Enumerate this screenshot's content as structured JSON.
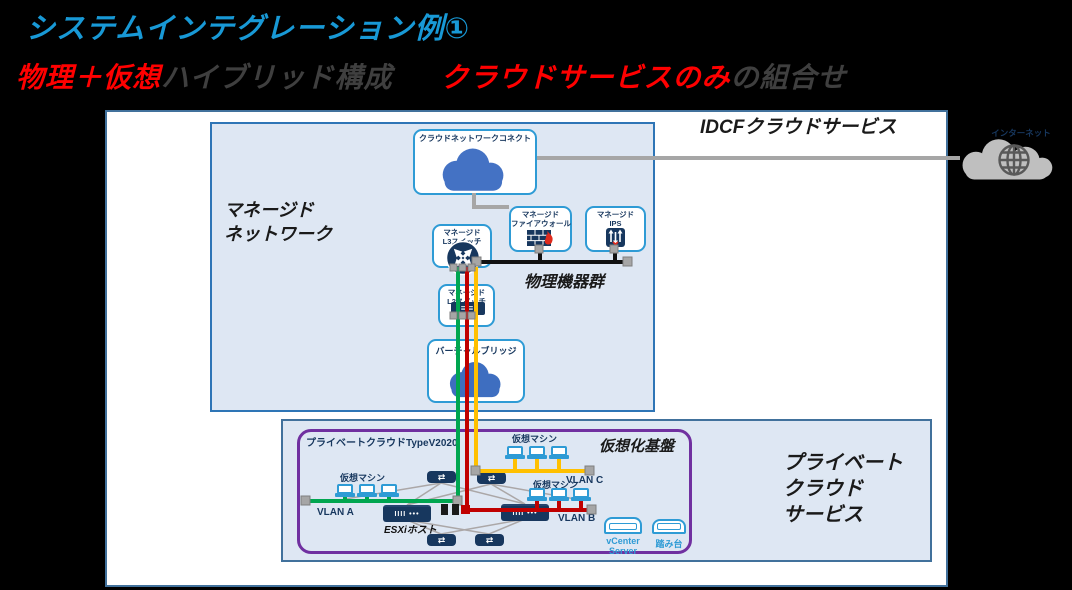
{
  "header": {
    "title": "システムインテグレーション例①",
    "subtitle": [
      {
        "text": "物理＋仮想",
        "color": "#FF0000"
      },
      {
        "text": "ハイブリッド構成",
        "color": "#3F3F3F"
      },
      {
        "text": "クラウドサービスのみ",
        "color": "#FF0000"
      },
      {
        "text": "の組合せ",
        "color": "#3F3F3F"
      }
    ]
  },
  "panels": {
    "idcf_label": "IDCFクラウドサービス",
    "managed_network": [
      "マネージド",
      "ネットワーク"
    ],
    "typev_label": "プライベートクラウドTypeV2020",
    "virtualization_label": "仮想化基盤",
    "private_cloud_service": [
      "プライベート",
      "クラウド",
      "サービス"
    ]
  },
  "nodes": {
    "cloud_connect": "クラウドネットワークコネクト",
    "firewall": [
      "マネージド",
      "ファイアウォール"
    ],
    "ips": [
      "マネージド",
      "IPS"
    ],
    "l3": [
      "マネージド",
      "L3スイッチ"
    ],
    "l2": [
      "マネージド",
      "L2スイッチ"
    ],
    "virtual_bridge": "バーチャルブリッジ",
    "physical_devices": "物理機器群",
    "vm_label": "仮想マシン",
    "esxi_label": "ESXiホスト",
    "vcenter": [
      "vCenter",
      "Server"
    ],
    "bastion": "踏み台",
    "internet": "インターネット"
  },
  "vlans": {
    "a": "VLAN A",
    "b": "VLAN B",
    "c": "VLAN C"
  },
  "colors": {
    "title_blue": "#1899D6",
    "accent_red": "#FF0000",
    "dark_text": "#3F3F3F",
    "navy": "#17375E",
    "node_border_blue": "#2E9BD5",
    "panel_fill": "#DEE7F3",
    "panel_border": "#41719C",
    "purple": "#7030A0",
    "vlan_green": "#00A650",
    "vlan_red": "#C00000",
    "vlan_yellow": "#FFC000",
    "gray_line": "#A6A6A6",
    "cloud_blue": "#4472C4",
    "internet_cloud_gray": "#BFBFBF"
  }
}
